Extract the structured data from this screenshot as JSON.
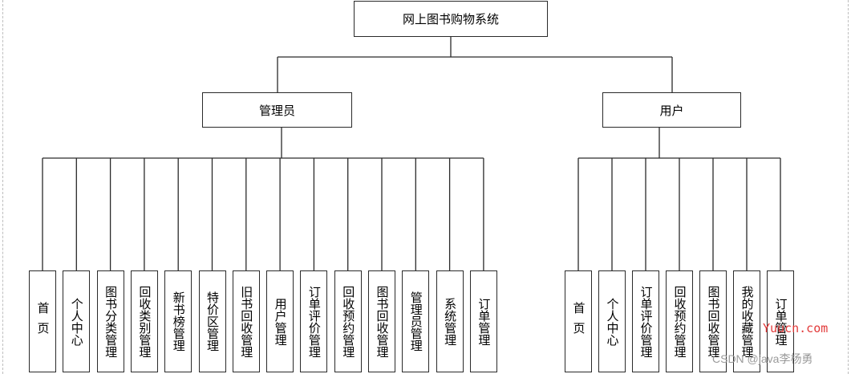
{
  "root": {
    "label": "网上图书购物系统"
  },
  "branches": [
    {
      "key": "admin",
      "label": "管理员",
      "children": [
        "首页",
        "个人中心",
        "图书分类管理",
        "回收类别管理",
        "新书榜管理",
        "特价区管理",
        "旧书回收管理",
        "用户管理",
        "订单评价管理",
        "回收预约管理",
        "图书回收管理",
        "管理员管理",
        "系统管理",
        "订单管理"
      ]
    },
    {
      "key": "user",
      "label": "用户",
      "children": [
        "首页",
        "个人中心",
        "订单评价管理",
        "回收预约管理",
        "图书回收管理",
        "我的收藏管理",
        "订单管理"
      ]
    }
  ],
  "watermarks": {
    "site": "Yuucn.com",
    "csdn": "CSDN @java李杨勇"
  },
  "colors": {
    "line": "#2a2a2a",
    "text": "#000000",
    "watermark_site": "#e23a3a"
  }
}
